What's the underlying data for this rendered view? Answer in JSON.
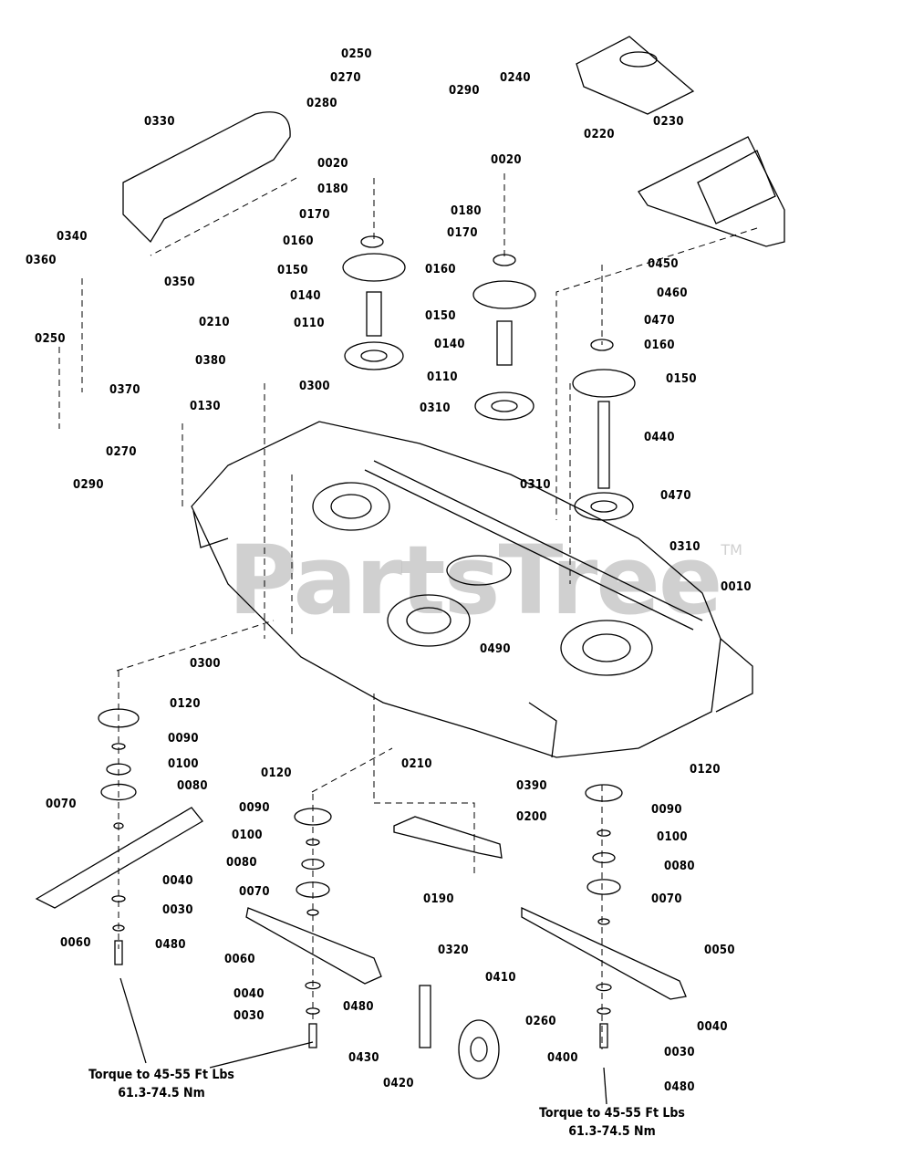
{
  "watermark": {
    "text": "PartsTree",
    "tm": "TM"
  },
  "labels": [
    "0250",
    "0270",
    "0280",
    "0290",
    "0240",
    "0330",
    "0230",
    "0220",
    "0020",
    "0020",
    "0180",
    "0180",
    "0170",
    "0170",
    "0160",
    "0160",
    "0150",
    "0150",
    "0140",
    "0140",
    "0110",
    "0110",
    "0210",
    "0380",
    "0340",
    "0360",
    "0350",
    "0250",
    "0370",
    "0270",
    "0290",
    "0130",
    "0300",
    "0310",
    "0310",
    "0310",
    "0450",
    "0460",
    "0470",
    "0160",
    "0150",
    "0440",
    "0470",
    "0010",
    "0490",
    "0300",
    "0120",
    "0090",
    "0100",
    "0080",
    "0070",
    "0040",
    "0030",
    "0060",
    "0480",
    "0210",
    "0390",
    "0120",
    "0120",
    "0090",
    "0100",
    "0080",
    "0070",
    "0200",
    "0190",
    "0060",
    "0040",
    "0030",
    "0480",
    "0320",
    "0410",
    "0260",
    "0430",
    "0420",
    "0400",
    "0090",
    "0100",
    "0080",
    "0070",
    "0050",
    "0040",
    "0030",
    "0480"
  ],
  "notes": [
    {
      "line1": "Torque to 45-55 Ft Lbs",
      "line2": "61.3-74.5 Nm"
    },
    {
      "line1": "Torque to 45-55 Ft Lbs",
      "line2": "61.3-74.5 Nm"
    }
  ]
}
